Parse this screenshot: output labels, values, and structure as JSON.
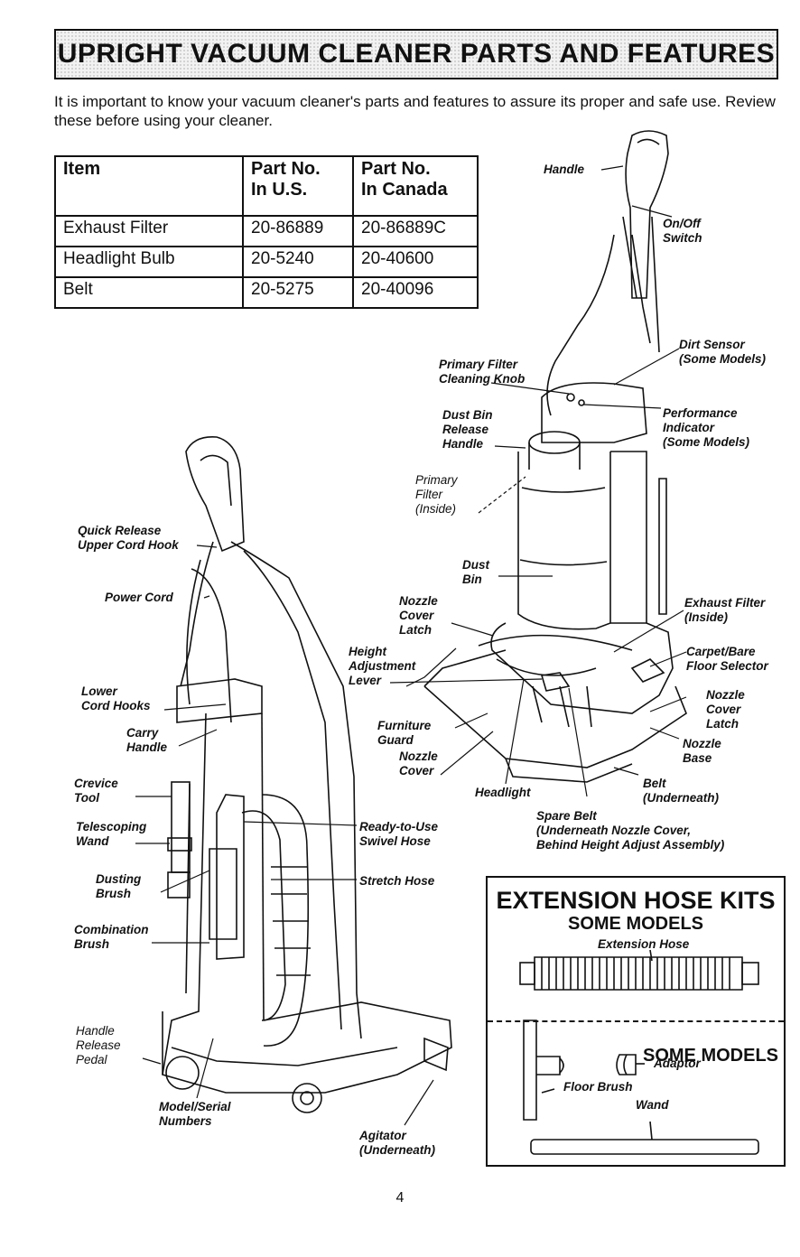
{
  "page": {
    "title": "UPRIGHT VACUUM CLEANER PARTS AND FEATURES",
    "intro": "It is important to know your vacuum cleaner's parts and features to assure its proper and safe use. Review these before using your cleaner.",
    "page_number": "4"
  },
  "parts_table": {
    "headers": [
      "Item",
      "Part No.\nIn U.S.",
      "Part No.\nIn Canada"
    ],
    "rows": [
      [
        "Exhaust Filter",
        "20-86889",
        "20-86889C"
      ],
      [
        "Headlight Bulb",
        "20-5240",
        "20-40600"
      ],
      [
        "Belt",
        "20-5275",
        "20-40096"
      ]
    ]
  },
  "labels": {
    "handle": "Handle",
    "on_off_switch": "On/Off\nSwitch",
    "dirt_sensor": "Dirt Sensor\n(Some Models)",
    "primary_filter_knob": "Primary Filter\nCleaning Knob",
    "performance_indicator": "Performance\nIndicator\n(Some Models)",
    "dust_bin_release": "Dust Bin\nRelease\nHandle",
    "primary_filter": "Primary\nFilter\n(Inside)",
    "dust_bin": "Dust\nBin",
    "nozzle_cover_latch_left": "Nozzle\nCover\nLatch",
    "exhaust_filter": "Exhaust Filter\n(Inside)",
    "carpet_selector": "Carpet/Bare\nFloor Selector",
    "height_adjust": "Height\nAdjustment\nLever",
    "nozzle_cover_latch_right": "Nozzle\nCover\nLatch",
    "nozzle_base": "Nozzle\nBase",
    "furniture_guard": "Furniture\nGuard",
    "nozzle_cover": "Nozzle\nCover",
    "belt": "Belt\n(Underneath)",
    "headlight": "Headlight",
    "spare_belt": "Spare Belt\n(Underneath Nozzle Cover,\nBehind Height Adjust Assembly)",
    "quick_release_hook": "Quick Release\nUpper Cord Hook",
    "power_cord": "Power Cord",
    "lower_cord_hooks": "Lower\nCord Hooks",
    "carry_handle": "Carry\nHandle",
    "crevice_tool": "Crevice\nTool",
    "telescoping_wand": "Telescoping\nWand",
    "ready_to_use_hose": "Ready-to-Use\nSwivel Hose",
    "dusting_brush": "Dusting\nBrush",
    "stretch_hose": "Stretch Hose",
    "combination_brush": "Combination\nBrush",
    "handle_release_pedal": "Handle\nRelease\nPedal",
    "model_serial": "Model/Serial\nNumbers",
    "agitator": "Agitator\n(Underneath)"
  },
  "extension_kit": {
    "title": "EXTENSION HOSE KITS",
    "subtitle": "SOME MODELS",
    "subtitle2": "SOME MODELS",
    "extension_hose": "Extension Hose",
    "adaptor": "Adaptor",
    "floor_brush": "Floor Brush",
    "wand": "Wand"
  }
}
